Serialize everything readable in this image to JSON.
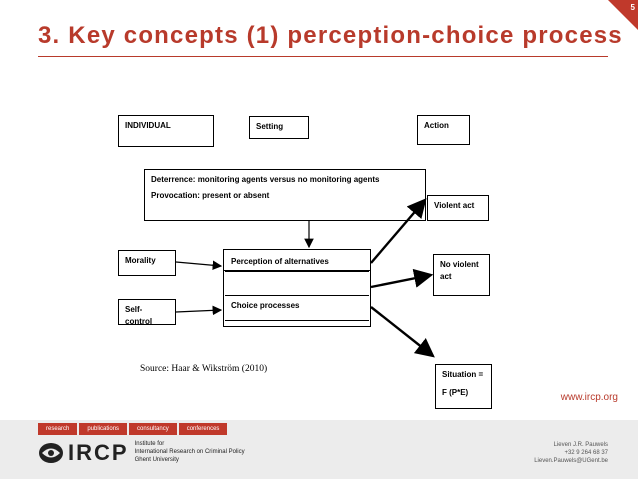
{
  "slide": {
    "page_number": "5",
    "title": "3. Key concepts (1) perception-choice process"
  },
  "diagram": {
    "individual_label": "INDIVIDUAL",
    "setting_label": "Setting",
    "action_label": "Action",
    "deterrence_text": "Deterrence: monitoring agents versus no monitoring agents",
    "provocation_text": "Provocation: present or absent",
    "violent_act": "Violent act",
    "morality": "Morality",
    "self_control": "Self-control",
    "perception": "Perception of alternatives",
    "choice": "Choice processes",
    "no_violent_line1": "No violent",
    "no_violent_line2": "act",
    "situation_line1": "Situation =",
    "situation_line2": "F (P*E)",
    "source": "Source: Haar & Wikström (2010)"
  },
  "footer": {
    "url": "www.ircp.org",
    "nav": [
      "research",
      "publications",
      "consultancy",
      "conferences"
    ],
    "logo_text": "IRCP",
    "institute_line1": "Institute for",
    "institute_line2": "International Research on Criminal Policy",
    "institute_line3": "Ghent University",
    "contact_name": "Lieven J.R. Pauwels",
    "contact_phone": "+32 9 264 68 37",
    "contact_email": "Lieven.Pauwels@UGent.be"
  },
  "colors": {
    "accent": "#b83a2b"
  }
}
